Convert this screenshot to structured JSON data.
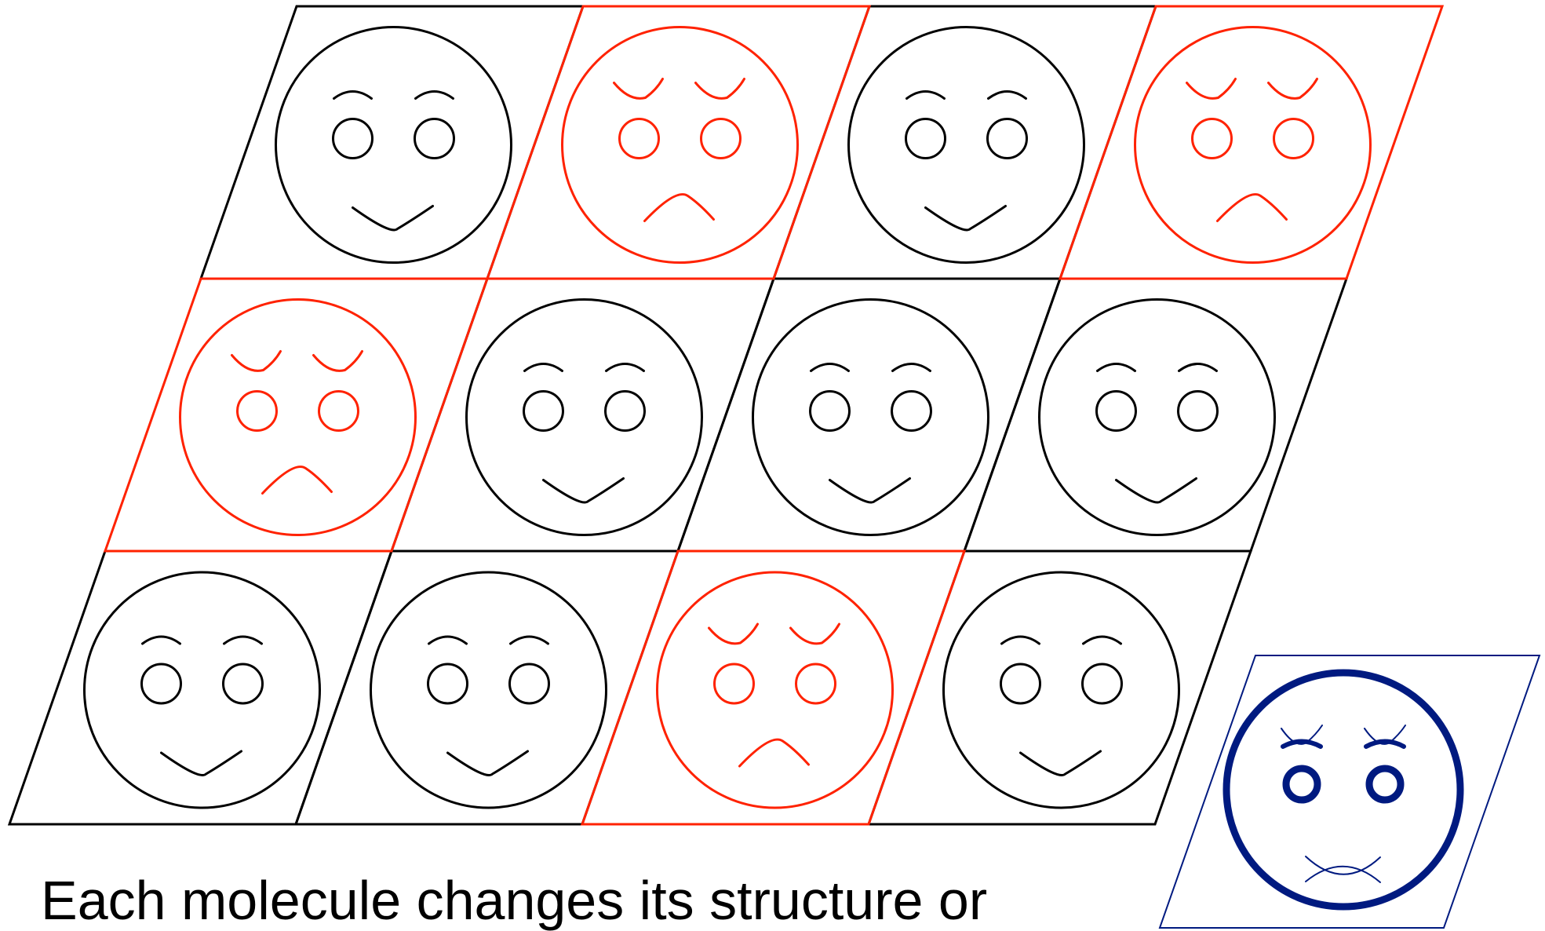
{
  "colors": {
    "happy": "#000000",
    "angry": "#ff2200",
    "average": "#001a80"
  },
  "grid": {
    "rows": [
      [
        "happy",
        "angry",
        "happy",
        "angry"
      ],
      [
        "angry",
        "happy",
        "happy",
        "happy"
      ],
      [
        "happy",
        "happy",
        "angry",
        "happy"
      ]
    ]
  },
  "average_face": {
    "mood": "superposition"
  },
  "caption": "Each molecule changes its structure or"
}
